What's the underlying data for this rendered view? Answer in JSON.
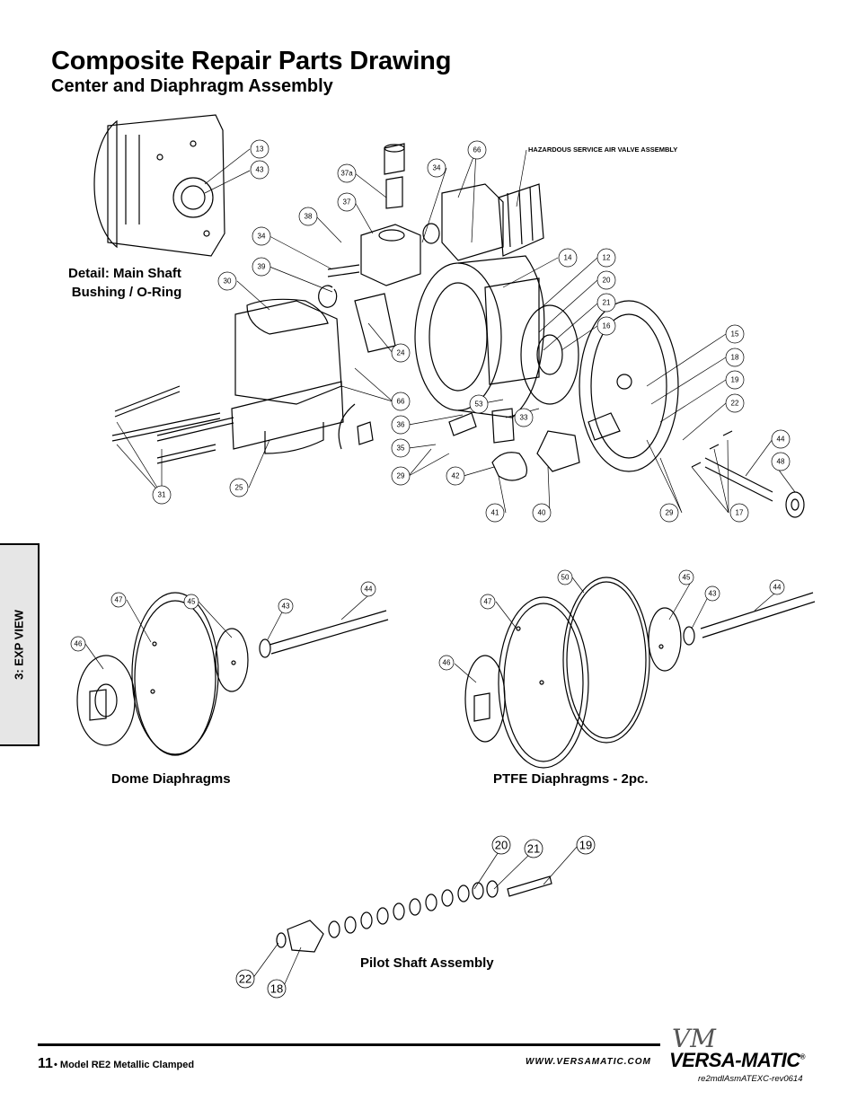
{
  "header": {
    "title": "Composite Repair Parts Drawing",
    "subtitle": "Center and Diaphragm Assembly"
  },
  "side_tab": {
    "label": "3: EXP VIEW"
  },
  "labels": {
    "detail": [
      "Detail: Main Shaft",
      "Bushing / O-Ring"
    ],
    "hazard": "HAZARDOUS SERVICE AIR VALVE ASSEMBLY",
    "dome": "Dome Diaphragms",
    "ptfe": "PTFE Diaphragms - 2pc.",
    "pilot": "Pilot Shaft Assembly"
  },
  "callouts": {
    "main": [
      "13",
      "43",
      "37a",
      "34",
      "66",
      "37",
      "38",
      "34",
      "39",
      "30",
      "14",
      "12",
      "20",
      "21",
      "16",
      "15",
      "18",
      "19",
      "22",
      "24",
      "66",
      "36",
      "53",
      "33",
      "35",
      "29",
      "42",
      "44",
      "48",
      "31",
      "25",
      "41",
      "40",
      "29",
      "17"
    ],
    "dome": [
      "47",
      "45",
      "43",
      "44",
      "46"
    ],
    "ptfe": [
      "50",
      "45",
      "47",
      "43",
      "44",
      "46"
    ],
    "pilot": [
      "20",
      "21",
      "19",
      "22",
      "18"
    ]
  },
  "footer": {
    "page": "11",
    "model": "• Model RE2 Metallic Clamped",
    "url": "WWW.VERSAMATIC.COM",
    "brand": "VERSA-MATIC",
    "brand_mark": "VM",
    "registered": "®",
    "doc_code": "re2mdlAsmATEXC-rev0614"
  }
}
